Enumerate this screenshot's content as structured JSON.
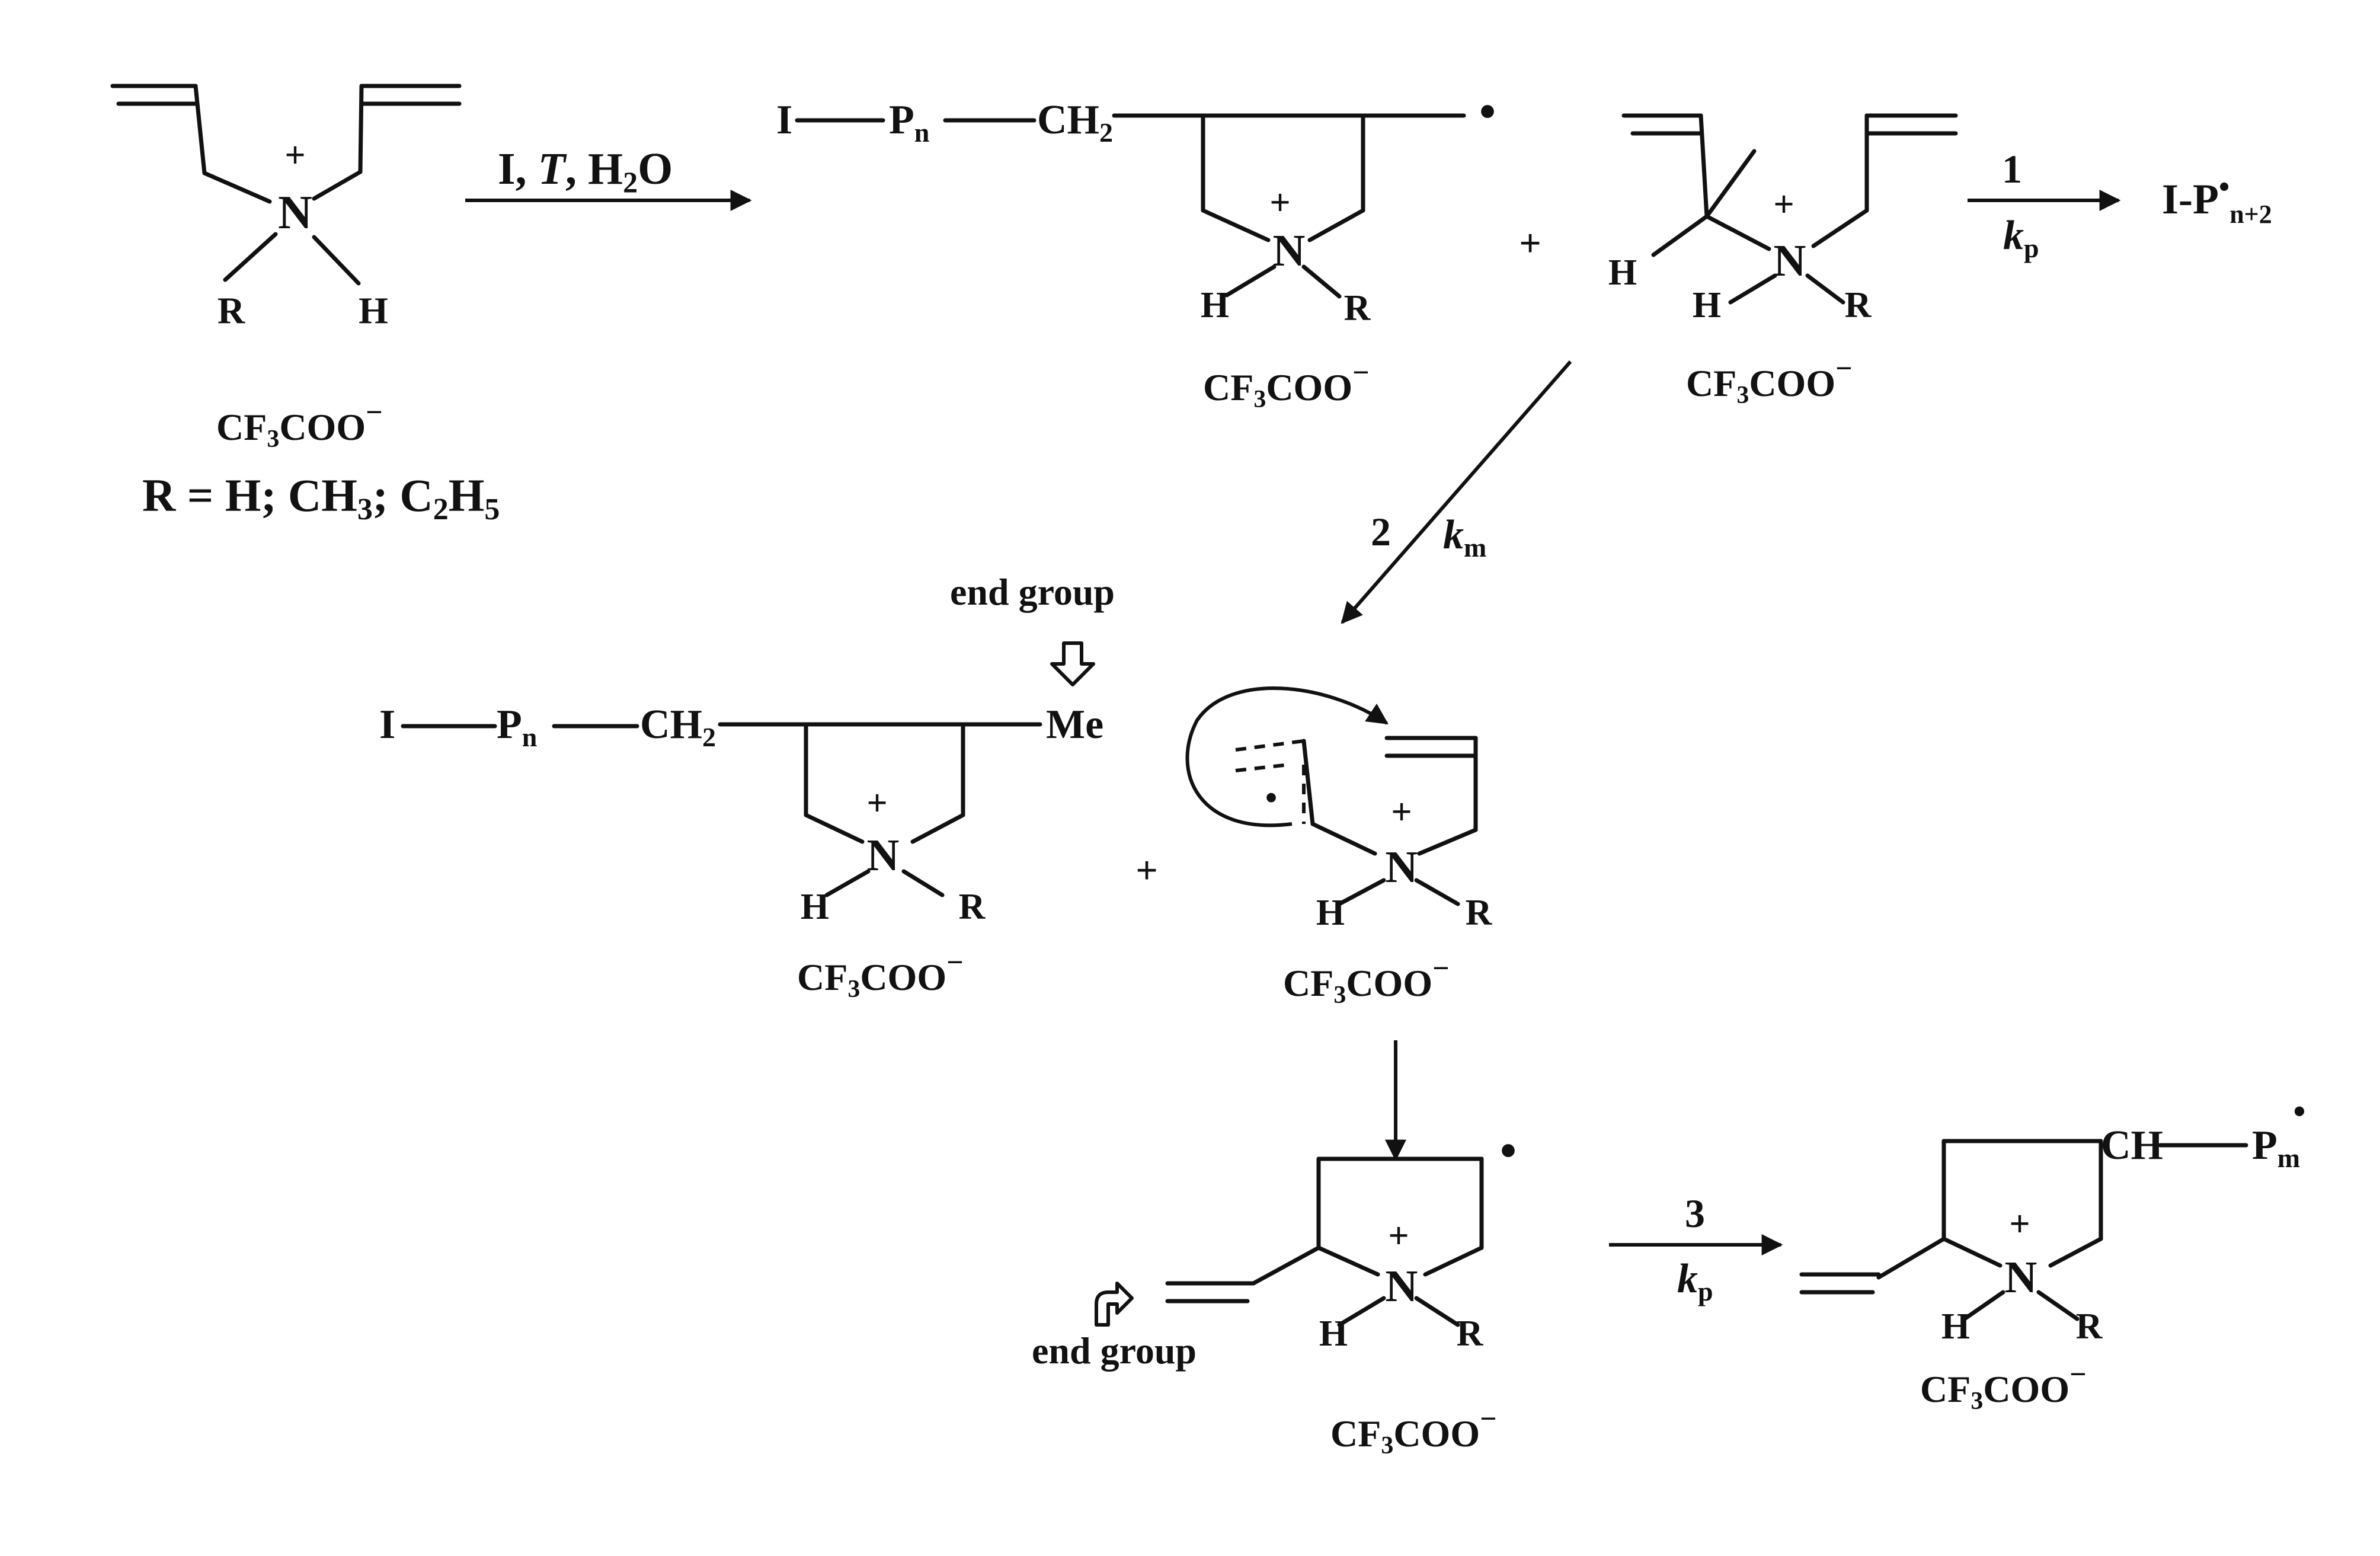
{
  "colors": {
    "ink": "#111111",
    "background": "#ffffff"
  },
  "monomer": {
    "plus": "+",
    "n": "N",
    "r": "R",
    "h": "H",
    "anion_main": "CF",
    "anion_sub": "3",
    "anion_tail": "COO",
    "anion_charge": "−",
    "r_def_1": "R = H; CH",
    "r_def_1_sub": "3",
    "r_def_2": "; C",
    "r_def_2_sub": "2",
    "r_def_3": "H",
    "r_def_3_sub": "5"
  },
  "initiation": {
    "a": "I, ",
    "b": "T",
    "c": ", H",
    "d": "2",
    "e": "O"
  },
  "macroradical": {
    "i": "I",
    "p": "P",
    "p_sub": "n",
    "ch": "CH",
    "ch_sub": "2",
    "radical": "•",
    "plus": "+",
    "n": "N",
    "h": "H",
    "r": "R",
    "anion_main": "CF",
    "anion_sub": "3",
    "anion_tail": "COO",
    "anion_charge": "−"
  },
  "between_plus": "+",
  "monomer2": {
    "h_allyl": "H",
    "plus": "+",
    "n": "N",
    "h": "H",
    "r": "R",
    "anion_main": "CF",
    "anion_sub": "3",
    "anion_tail": "COO",
    "anion_charge": "−"
  },
  "path1": {
    "number": "1",
    "k": "k",
    "k_sub": "p",
    "product": "I-P",
    "product_dot": "•",
    "product_sub": "n+2"
  },
  "path2": {
    "number": "2",
    "k": "k",
    "k_sub": "m"
  },
  "dead_polymer": {
    "end_group_label": "end group",
    "i": "I",
    "p": "P",
    "p_sub": "n",
    "ch": "CH",
    "ch_sub": "2",
    "me": "Me",
    "plus": "+",
    "n": "N",
    "h": "H",
    "r": "R",
    "anion_main": "CF",
    "anion_sub": "3",
    "anion_tail": "COO",
    "anion_charge": "−"
  },
  "mid_plus": "+",
  "allyl_radical": {
    "dot": "•",
    "plus": "+",
    "n": "N",
    "h": "H",
    "r": "R",
    "anion_main": "CF",
    "anion_sub": "3",
    "anion_tail": "COO",
    "anion_charge": "−"
  },
  "cyclized_radical": {
    "radical": "•",
    "end_group_label": "end group",
    "plus": "+",
    "n": "N",
    "h": "H",
    "r": "R",
    "anion_main": "CF",
    "anion_sub": "3",
    "anion_tail": "COO",
    "anion_charge": "−"
  },
  "path3": {
    "number": "3",
    "k": "k",
    "k_sub": "p"
  },
  "final_product": {
    "ch": "CH",
    "p": "P",
    "p_sub": "m",
    "radical": "•",
    "plus": "+",
    "n": "N",
    "h": "H",
    "r": "R",
    "anion_main": "CF",
    "anion_sub": "3",
    "anion_tail": "COO",
    "anion_charge": "−"
  }
}
